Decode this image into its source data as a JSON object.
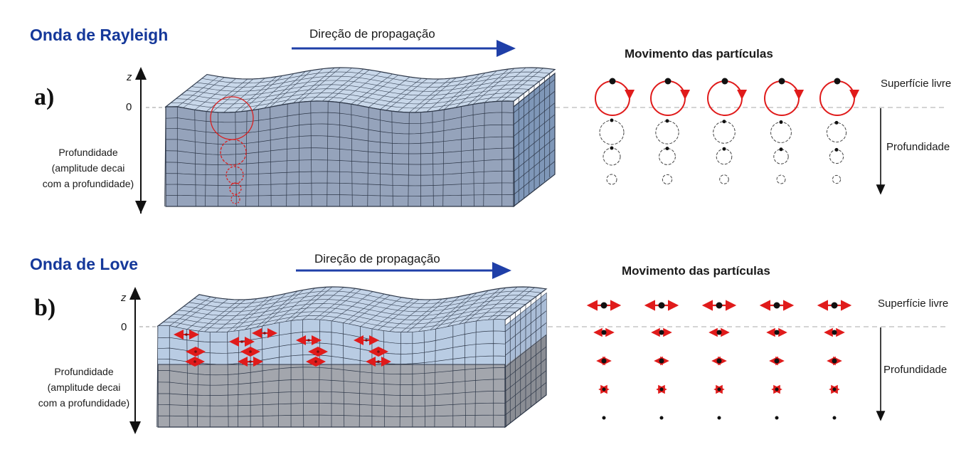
{
  "colors": {
    "title": "#15389a",
    "arrow": "#1f3fa8",
    "particle": "#e01b1b",
    "slab_top": "#c9d8ea",
    "slab_side": "#8e9db4",
    "slab_end": "#7f97b8",
    "love_upper": "#b9cce3",
    "love_lower": "#a3a6ad"
  },
  "panels": [
    {
      "id": "rayleigh",
      "tag": "a)",
      "title": "Onda de Rayleigh",
      "direction_label": "Direção de propagação",
      "motion_title": "Movimento das partículas",
      "axis_z": "z",
      "axis_zero": "0",
      "depth_desc": "Profundidade\n(amplitude decai\ncom a profundidade)",
      "surface_label": "Superfície livre",
      "depth_label": "Profundidade"
    },
    {
      "id": "love",
      "tag": "b)",
      "title": "Onda de Love",
      "direction_label": "Direção de propagação",
      "motion_title": "Movimento das partículas",
      "axis_z": "z",
      "axis_zero": "0",
      "depth_desc": "Profundidade\n(amplitude decai\ncom a profundidade)",
      "surface_label": "Superfície livre",
      "depth_label": "Profundidade"
    }
  ]
}
